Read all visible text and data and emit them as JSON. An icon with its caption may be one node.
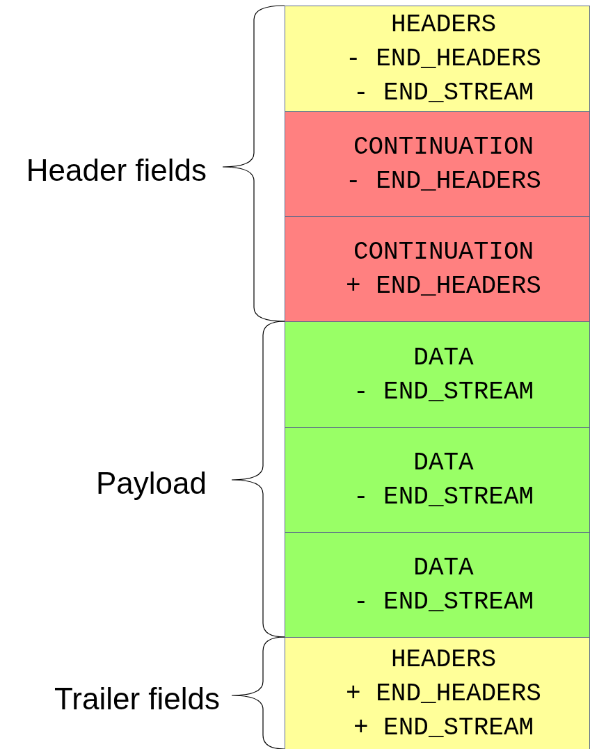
{
  "diagram": {
    "nodes": [
      {
        "text": [
          "HEADERS",
          "- END_HEADERS",
          "- END_STREAM"
        ]
      },
      {
        "text": [
          "CONTINUATION",
          "- END_HEADERS"
        ]
      },
      {
        "text": [
          "CONTINUATION",
          "+ END_HEADERS"
        ]
      },
      {
        "text": [
          "DATA",
          "- END_STREAM"
        ]
      },
      {
        "text": [
          "DATA",
          "- END_STREAM"
        ]
      },
      {
        "text": [
          "DATA",
          "- END_STREAM"
        ]
      },
      {
        "text": [
          "HEADERS",
          "+ END_HEADERS",
          "+ END_STREAM"
        ]
      }
    ],
    "labels": [
      "Header fields",
      "Payload",
      "Trailer fields"
    ]
  }
}
